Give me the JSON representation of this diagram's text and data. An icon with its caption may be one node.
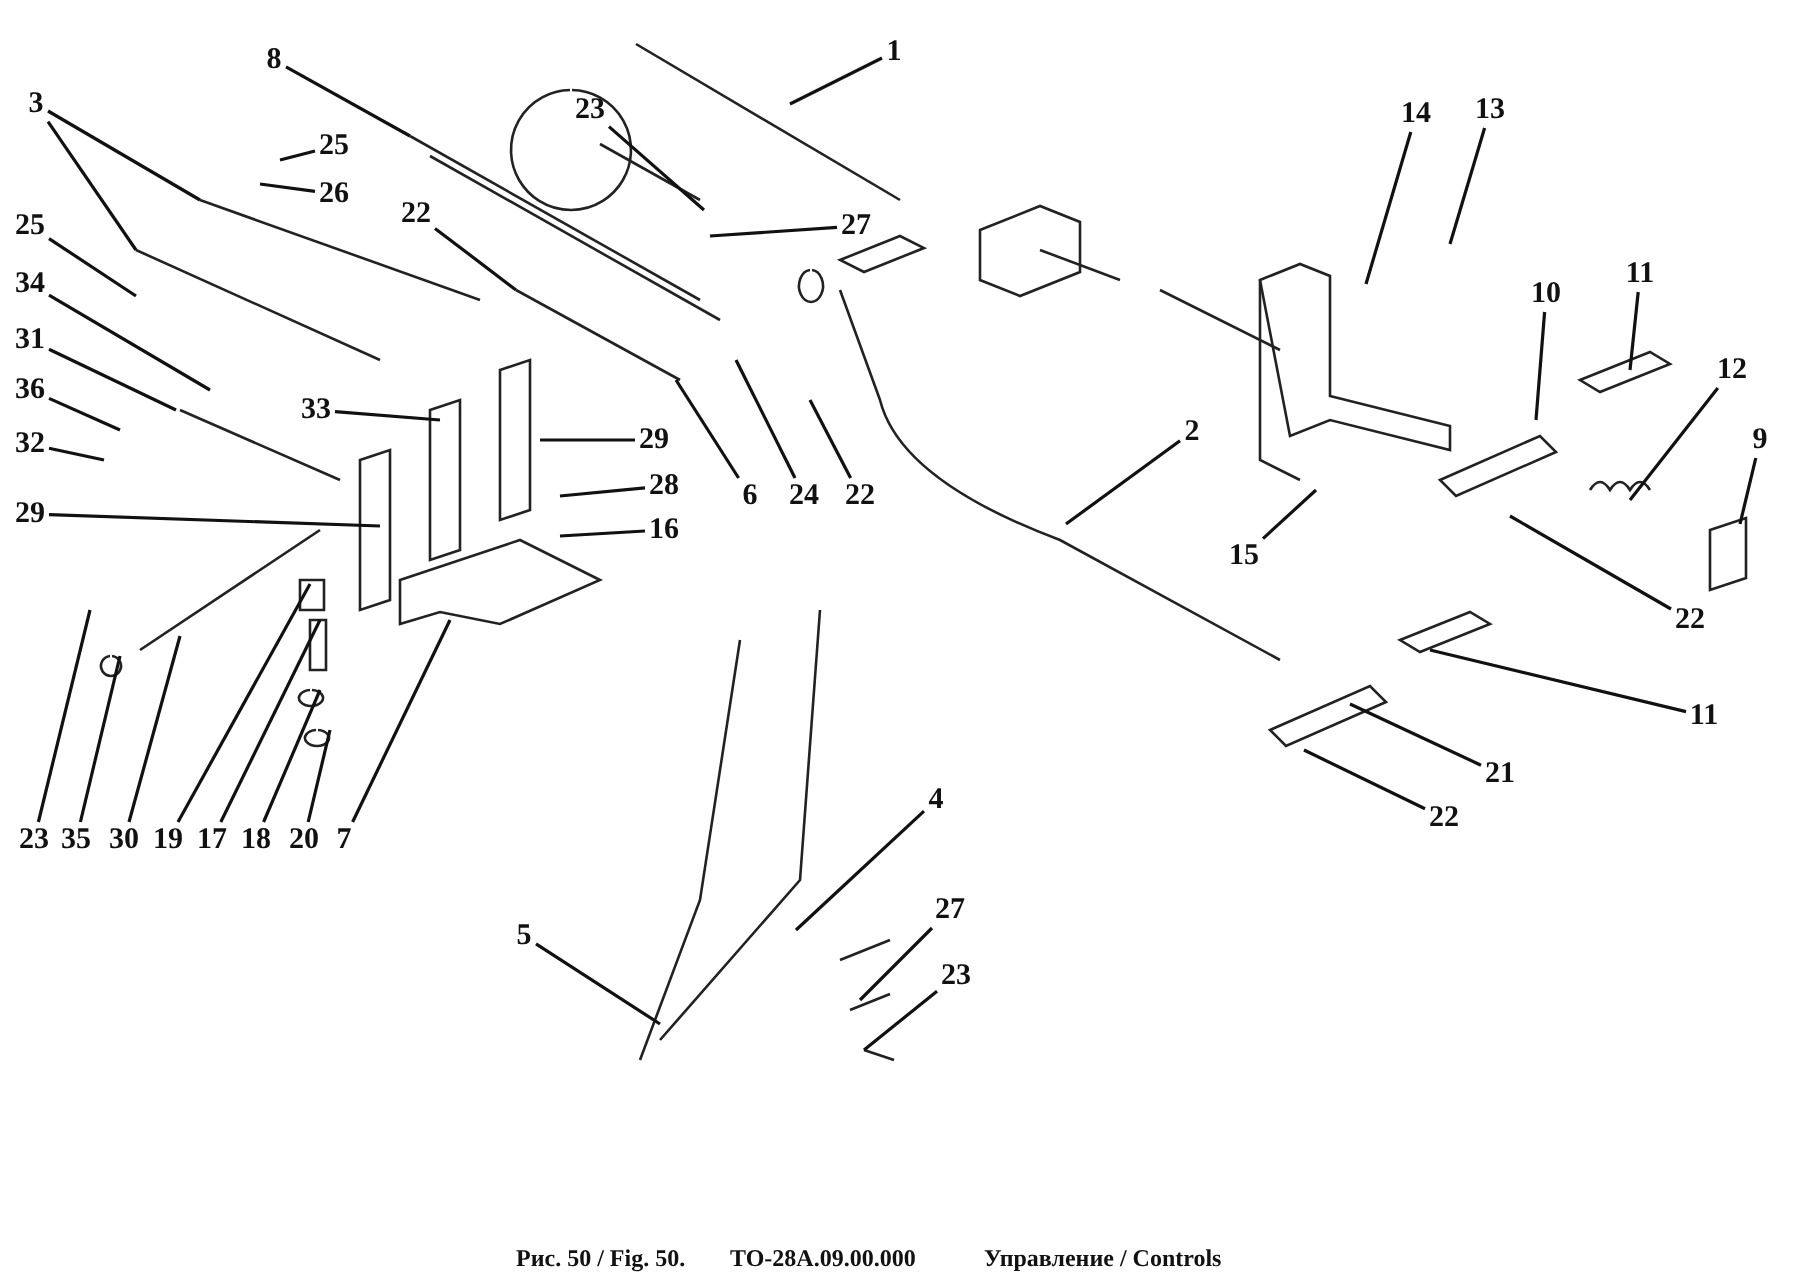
{
  "diagram": {
    "nodes": [
      {
        "text": [
          "8"
        ]
      },
      {
        "text": [
          "1"
        ]
      },
      {
        "text": [
          "14"
        ]
      },
      {
        "text": [
          "13"
        ]
      },
      {
        "text": [
          "23"
        ]
      },
      {
        "text": [
          "25"
        ]
      },
      {
        "text": [
          "3"
        ]
      },
      {
        "text": [
          "26"
        ]
      },
      {
        "text": [
          "25"
        ]
      },
      {
        "text": [
          "27"
        ]
      },
      {
        "text": [
          "22"
        ]
      },
      {
        "text": [
          "34"
        ]
      },
      {
        "text": [
          "11"
        ]
      },
      {
        "text": [
          "10"
        ]
      },
      {
        "text": [
          "31"
        ]
      },
      {
        "text": [
          "12"
        ]
      },
      {
        "text": [
          "36"
        ]
      },
      {
        "text": [
          "33"
        ]
      },
      {
        "text": [
          "2"
        ]
      },
      {
        "text": [
          "32"
        ]
      },
      {
        "text": [
          "29"
        ]
      },
      {
        "text": [
          "9"
        ]
      },
      {
        "text": [
          "6"
        ]
      },
      {
        "text": [
          "24"
        ]
      },
      {
        "text": [
          "22"
        ]
      },
      {
        "text": [
          "28"
        ]
      },
      {
        "text": [
          "29"
        ]
      },
      {
        "text": [
          "15"
        ]
      },
      {
        "text": [
          "16"
        ]
      },
      {
        "text": [
          "22"
        ]
      },
      {
        "text": [
          "11"
        ]
      },
      {
        "text": [
          "21"
        ]
      },
      {
        "text": [
          "22"
        ]
      },
      {
        "text": [
          "4"
        ]
      },
      {
        "text": [
          "23"
        ]
      },
      {
        "text": [
          "35"
        ]
      },
      {
        "text": [
          "30"
        ]
      },
      {
        "text": [
          "19"
        ]
      },
      {
        "text": [
          "17"
        ]
      },
      {
        "text": [
          "18"
        ]
      },
      {
        "text": [
          "20"
        ]
      },
      {
        "text": [
          "7"
        ]
      },
      {
        "text": [
          "27"
        ]
      },
      {
        "text": [
          "5"
        ]
      },
      {
        "text": [
          "23"
        ]
      }
    ],
    "edges": [
      {
        "from": 0,
        "to": null,
        "arrow": "none"
      },
      {
        "from": 1,
        "to": null,
        "arrow": "none"
      },
      {
        "from": 2,
        "to": null,
        "arrow": "none"
      },
      {
        "from": 3,
        "to": null,
        "arrow": "none"
      },
      {
        "from": 4,
        "to": null,
        "arrow": "none"
      },
      {
        "from": 5,
        "to": null,
        "arrow": "none"
      },
      {
        "from": 6,
        "to": null,
        "arrow": "none"
      },
      {
        "from": 6,
        "to": null,
        "arrow": "none"
      },
      {
        "from": 7,
        "to": null,
        "arrow": "none"
      },
      {
        "from": 8,
        "to": null,
        "arrow": "none"
      },
      {
        "from": 9,
        "to": null,
        "arrow": "none"
      },
      {
        "from": 10,
        "to": null,
        "arrow": "none"
      },
      {
        "from": 11,
        "to": null,
        "arrow": "none"
      },
      {
        "from": 12,
        "to": null,
        "arrow": "none"
      },
      {
        "from": 13,
        "to": null,
        "arrow": "none"
      },
      {
        "from": 14,
        "to": null,
        "arrow": "none"
      },
      {
        "from": 15,
        "to": null,
        "arrow": "none"
      },
      {
        "from": 16,
        "to": null,
        "arrow": "none"
      },
      {
        "from": 17,
        "to": null,
        "arrow": "none"
      },
      {
        "from": 18,
        "to": null,
        "arrow": "none"
      },
      {
        "from": 19,
        "to": null,
        "arrow": "none"
      },
      {
        "from": 20,
        "to": null,
        "arrow": "none"
      },
      {
        "from": 21,
        "to": null,
        "arrow": "none"
      },
      {
        "from": 22,
        "to": null,
        "arrow": "none"
      },
      {
        "from": 23,
        "to": null,
        "arrow": "none"
      },
      {
        "from": 24,
        "to": null,
        "arrow": "none"
      },
      {
        "from": 25,
        "to": null,
        "arrow": "none"
      },
      {
        "from": 26,
        "to": null,
        "arrow": "none"
      },
      {
        "from": 27,
        "to": null,
        "arrow": "none"
      },
      {
        "from": 28,
        "to": null,
        "arrow": "none"
      },
      {
        "from": 29,
        "to": null,
        "arrow": "none"
      },
      {
        "from": 30,
        "to": null,
        "arrow": "none"
      },
      {
        "from": 31,
        "to": null,
        "arrow": "none"
      },
      {
        "from": 32,
        "to": null,
        "arrow": "none"
      },
      {
        "from": 33,
        "to": null,
        "arrow": "none"
      },
      {
        "from": 34,
        "to": null,
        "arrow": "none"
      },
      {
        "from": 35,
        "to": null,
        "arrow": "none"
      },
      {
        "from": 36,
        "to": null,
        "arrow": "none"
      },
      {
        "from": 37,
        "to": null,
        "arrow": "none"
      },
      {
        "from": 38,
        "to": null,
        "arrow": "none"
      },
      {
        "from": 39,
        "to": null,
        "arrow": "none"
      },
      {
        "from": 40,
        "to": null,
        "arrow": "none"
      },
      {
        "from": 41,
        "to": null,
        "arrow": "none"
      },
      {
        "from": 42,
        "to": null,
        "arrow": "none"
      },
      {
        "from": 43,
        "to": null,
        "arrow": "none"
      },
      {
        "from": 44,
        "to": null,
        "arrow": "none"
      }
    ],
    "labels": [
      "Рис. 50 / Fig. 50.",
      "ТО-28А.09.00.000",
      "Управление / Controls"
    ]
  }
}
